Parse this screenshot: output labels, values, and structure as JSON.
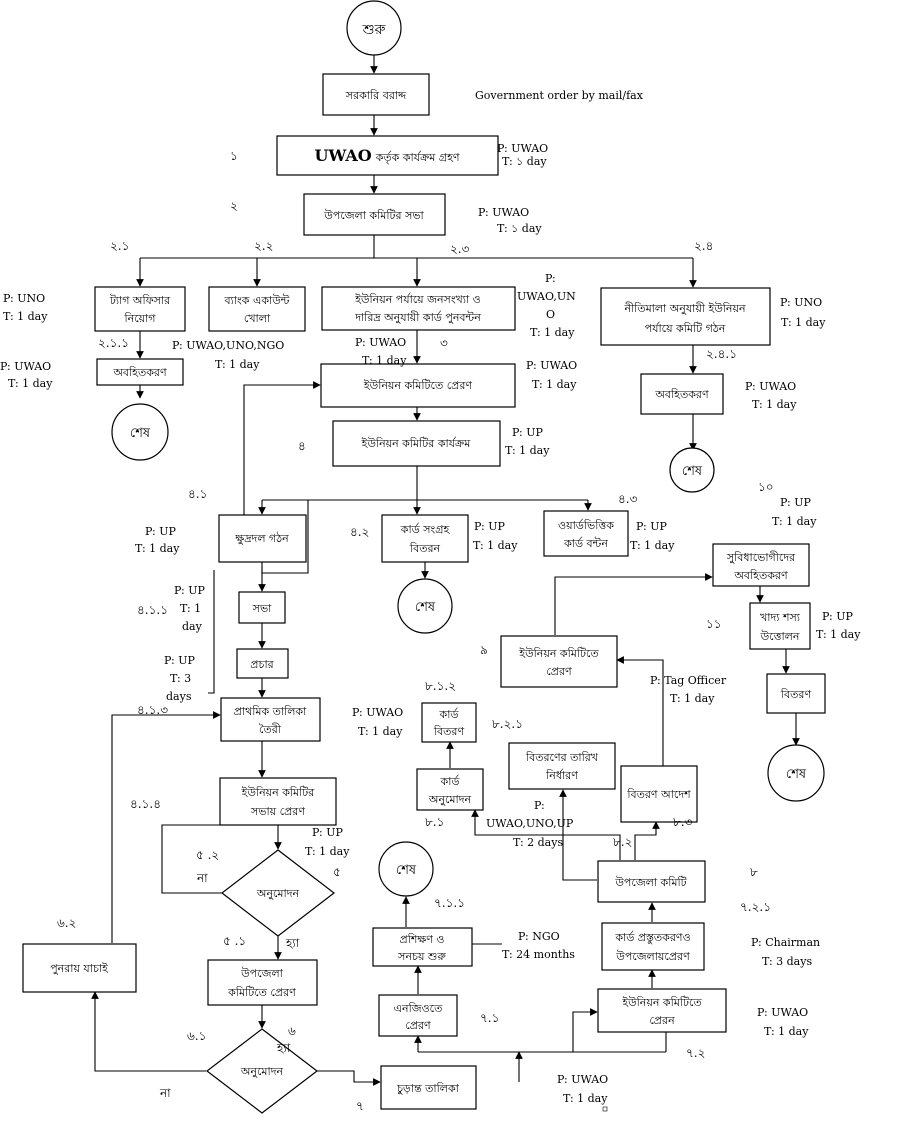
{
  "start": "শুরু",
  "end_label": "শেষ",
  "boxes": {
    "gov_alloc": "সরকারি বরাদ্দ",
    "uwao_prog_bold": "UWAO",
    "uwao_prog_rest": "কর্তৃক কার্যক্রম গ্রহণ",
    "upazila_meeting": "উপজেলা কমিটির সভা",
    "tag_officer_1": "ট্যাগ অফিসার",
    "tag_officer_2": "নিয়োগ",
    "bank_1": "ব্যাংক একাউন্ট",
    "bank_2": "খোলা",
    "redistribute_1": "ইউনিয়ন পর্যায়ে জনসংখ্যা ও",
    "redistribute_2": "দারিদ্র অনুযায়ী কার্ড পুনবন্টন",
    "policy_1": "নীতিমালা অনুযায়ী ইউনিয়ন",
    "policy_2": "পর্যায়ে কমিটি গঠন",
    "inform_a": "অবহিতকরণ",
    "inform_b": "অবহিতকরণ",
    "send_union": "ইউনিয়ন কমিটিতে প্রেরণ",
    "union_program": "ইউনিয়ন কমিটির কার্যক্রম",
    "small_group": "ক্ষুদ্রদল গঠন",
    "card_collect_1": "কার্ড সংগ্রহ",
    "card_collect_2": "বিতরন",
    "ward_1": "ওয়ার্ডভিত্তিক",
    "ward_2": "কার্ড বন্টন",
    "beneficiary_1": "সুবিধাভোগীদের",
    "beneficiary_2": "অবহিতকরণ",
    "meeting": "সভা",
    "publicity": "প্রচার",
    "grain_1": "খাদ্য শস্য",
    "grain_2": "উত্তোলন",
    "send_union2_1": "ইউনিয়ন কমিটিতে",
    "send_union2_2": "প্রেরণ",
    "prelim_1": "প্রাথমিক তালিকা",
    "prelim_2": "তৈরী",
    "card_dist_1": "কার্ড",
    "card_dist_2": "বিতরণ",
    "distribution": "বিতরণ",
    "dist_date_1": "বিতরণের তারিখ",
    "dist_date_2": "নির্ধারণ",
    "card_approve_1": "কার্ড",
    "card_approve_2": "অনুমোদন",
    "dist_order": "বিতরণ আদেশ",
    "send_union_meeting_1": "ইউনিয়ন কমিটির",
    "send_union_meeting_2": "সভায় প্রেরণ",
    "upazila_committee": "উপজেলা কমিটি",
    "approval_a": "অনুমোদন",
    "training_1": "প্রশিক্ষণ ও",
    "training_2": "সনচয় শুরু",
    "card_prep_1": "কার্ড প্রস্তুতকরণও",
    "card_prep_2": "উপজেলায়প্রেরণ",
    "recheck": "পুনরায় যাচাই",
    "send_upazila_1": "উপজেলা",
    "send_upazila_2": "কমিটিতে প্রেরণ",
    "send_ngo_1": "এনজিওতে",
    "send_ngo_2": "প্রেরণ",
    "send_union3_1": "ইউনিয়ন কমিটিতে",
    "send_union3_2": "প্রেরন",
    "approval_b": "অনুমোদন",
    "final_list": "চুড়ান্ত তালিকা"
  },
  "annotations": {
    "gov_order": "Government order by mail/fax",
    "a_uwao1": "P: UWAO",
    "a_uwao1_t": "T: ১ day",
    "a_uwao2": "P: UWAO",
    "a_uwao2_t": "T: ১ day",
    "a_uno_left": "P: UNO",
    "a_uno_left_t": "T: 1 day",
    "a_uwao_left": "P: UWAO",
    "a_uwao_left_t": "T: 1 day",
    "a_bank": "P: UWAO,UNO,NGO",
    "a_bank_t": "T: 1 day",
    "a_23_1": "P:",
    "a_23_2": "UWAO,UN",
    "a_23_3": "O",
    "a_23_4": "T: 1 day",
    "a_uwao_mid": "P: UWAO",
    "a_uwao_mid_t": "T: 1 day",
    "a_uwao_send": "P: UWAO",
    "a_uwao_send_t": "T: 1 day",
    "a_uno_right": "P: UNO",
    "a_uno_right_t": "T: 1 day",
    "a_uwao_right": "P: UWAO",
    "a_uwao_right_t": "T: 1 day",
    "a_up_4": "P: UP",
    "a_up_4_t": "T: 1 day",
    "a_up_10": "P: UP",
    "a_up_10_t": "T: 1 day",
    "a_up_41": "P: UP",
    "a_up_41_t": "T: 1 day",
    "a_up_42": "P: UP",
    "a_up_42_t": "T: 1 day",
    "a_up_43": "P: UP",
    "a_up_43_t": "T: 1 day",
    "a_up_411_1": "P: UP",
    "a_up_411_2": "T: 1",
    "a_up_411_3": "day",
    "a_up_11": "P: UP",
    "a_up_11_t": "T: 1 day",
    "a_up_413_1": "P: UP",
    "a_up_413_2": "T: 3",
    "a_up_413_3": "days",
    "a_tag": "P: Tag Officer",
    "a_tag_t": "T: 1 day",
    "a_uwao_812": "P: UWAO",
    "a_uwao_812_t": "T: 1 day",
    "a_81_1": "P:",
    "a_81_2": "UWAO,UNO,UP",
    "a_81_3": "T: 2 days",
    "a_up_5": "P: UP",
    "a_up_5_t": "T: 1 day",
    "a_ngo": "P: NGO",
    "a_ngo_t": "T: 24 months",
    "a_chair": "P: Chairman",
    "a_chair_t": "T: 3 days",
    "a_uwao_72": "P: UWAO",
    "a_uwao_72_t": "T: 1 day",
    "a_uwao_7": "P: UWAO",
    "a_uwao_7_t": "T: 1 day"
  },
  "step_numbers": {
    "n1": "১",
    "n2": "২",
    "n21": "২.১",
    "n22": "২.২",
    "n23": "২.৩",
    "n24": "২.৪",
    "n211": "২.১.১",
    "n3": "৩",
    "n241": "২.৪.১",
    "n4": "৪",
    "n41": "৪.১",
    "n10": "১০",
    "n42": "৪.২",
    "n43": "৪.৩",
    "n411": "৪.১.১",
    "n11": "১১",
    "n9": "৯",
    "n812": "৮.১.২",
    "n413": "৪.১.৩",
    "n821": "৮.২.১",
    "n414": "৪.১.৪",
    "n81": "৮.১",
    "n83": "৮.৩",
    "n82": "৮.২",
    "n52": "৫ .২",
    "n5": "৫",
    "n8": "৮",
    "n711": "৭.১.১",
    "n721": "৭.২.১",
    "n62": "৬.২",
    "n51": "৫ .১",
    "n71": "৭.১",
    "n61": "৬.১",
    "n6": "৬",
    "n72": "৭.২",
    "n7": "৭"
  },
  "branch_labels": {
    "no_a": "না",
    "yes_a": "হ্যা",
    "yes_b": "হ্যা",
    "no_b": "না"
  }
}
